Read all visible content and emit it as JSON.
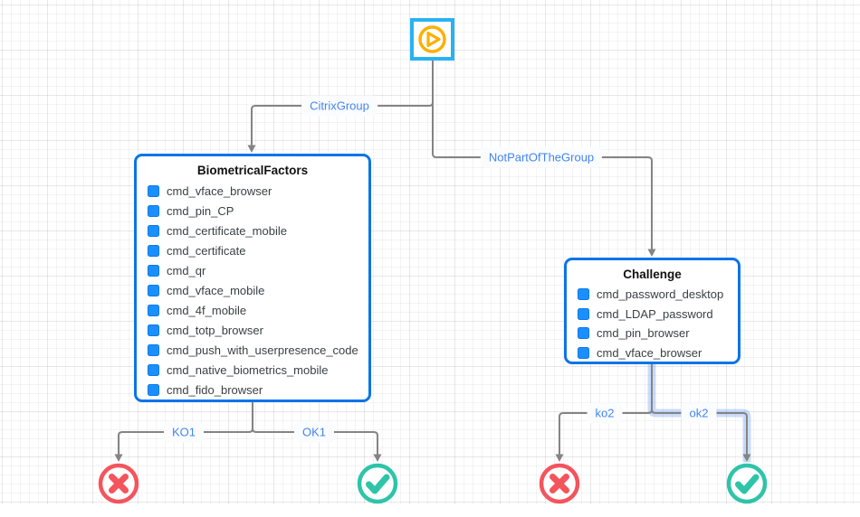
{
  "diagram": {
    "start_node": {
      "icon": "play-icon"
    },
    "edges": [
      {
        "id": "citrixgroup",
        "label": "CitrixGroup",
        "highlighted": false
      },
      {
        "id": "notpartofthegroup",
        "label": "NotPartOfTheGroup",
        "highlighted": false
      },
      {
        "id": "ko1",
        "label": "KO1",
        "highlighted": false
      },
      {
        "id": "ok1",
        "label": "OK1",
        "highlighted": false
      },
      {
        "id": "ko2",
        "label": "ko2",
        "highlighted": false
      },
      {
        "id": "ok2",
        "label": "ok2",
        "highlighted": true
      }
    ],
    "nodes": [
      {
        "title": "BiometricalFactors",
        "items": [
          "cmd_vface_browser",
          "cmd_pin_CP",
          "cmd_certificate_mobile",
          "cmd_certificate",
          "cmd_qr",
          "cmd_vface_mobile",
          "cmd_4f_mobile",
          "cmd_totp_browser",
          "cmd_push_with_userpresence_code",
          "cmd_native_biometrics_mobile",
          "cmd_fido_browser"
        ]
      },
      {
        "title": "Challenge",
        "items": [
          "cmd_password_desktop",
          "cmd_LDAP_password",
          "cmd_pin_browser",
          "cmd_vface_browser"
        ]
      }
    ],
    "terminals": [
      {
        "type": "failure",
        "icon": "cross-icon"
      },
      {
        "type": "success",
        "icon": "check-icon"
      },
      {
        "type": "failure",
        "icon": "cross-icon"
      },
      {
        "type": "success",
        "icon": "check-icon"
      }
    ],
    "colors": {
      "node_border": "#0b74e8",
      "item_square": "#1b8fff",
      "edge": "#848484",
      "edge_label_text": "#4285f4",
      "start_border": "#29b2f1",
      "start_glyph": "#fbb103",
      "failure": "#f4545c",
      "success": "#2ec4a9",
      "highlight": "rgba(66,133,244,0.28)",
      "grid_line": "#ebebeb"
    }
  }
}
